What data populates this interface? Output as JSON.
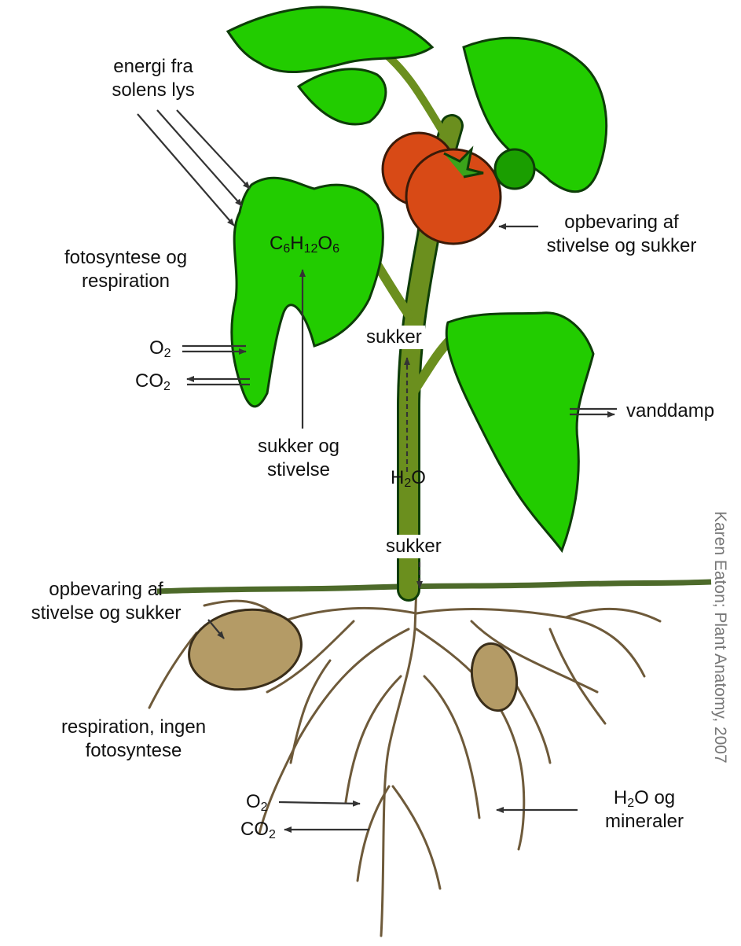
{
  "colors": {
    "leaf": "#22cc00",
    "leaf_outline": "#0d3d08",
    "stem": "#6b8f1e",
    "tomato": "#d84a16",
    "root": "#efe4c6",
    "root_outline": "#6e5a3a",
    "tuber": "#b49b66",
    "soil": "#4d6a2a",
    "arrow": "#333333"
  },
  "labels": {
    "energy": [
      "energi fra",
      "solens lys"
    ],
    "photosynthesis": [
      "fotosyntese og",
      "respiration"
    ],
    "leaf_o2": "O",
    "leaf_co2": "CO",
    "glucose": {
      "c": "C",
      "c_n": "6",
      "h": "H",
      "h_n": "12",
      "o": "O",
      "o_n": "6"
    },
    "sugar_starch": [
      "sukker og",
      "stivelse"
    ],
    "stem_sugar_top": "sukker",
    "stem_water": {
      "h": "H",
      "n": "2",
      "o": "O"
    },
    "stem_sugar_bottom": "sukker",
    "fruit_storage": [
      "opbevaring af",
      "stivelse og sukker"
    ],
    "vapor": "vanddamp",
    "tuber_storage": [
      "opbevaring af",
      "stivelse og sukker"
    ],
    "tuber_respiration": [
      "respiration, ingen",
      "fotosyntese"
    ],
    "root_o2": "O",
    "root_co2": "CO",
    "sub_2": "2",
    "water_minerals": {
      "h": "H",
      "n": "2",
      "rest": "O og",
      "line2": "mineraler"
    },
    "credit": "Karen Eaton; Plant Anatomy, 2007"
  }
}
